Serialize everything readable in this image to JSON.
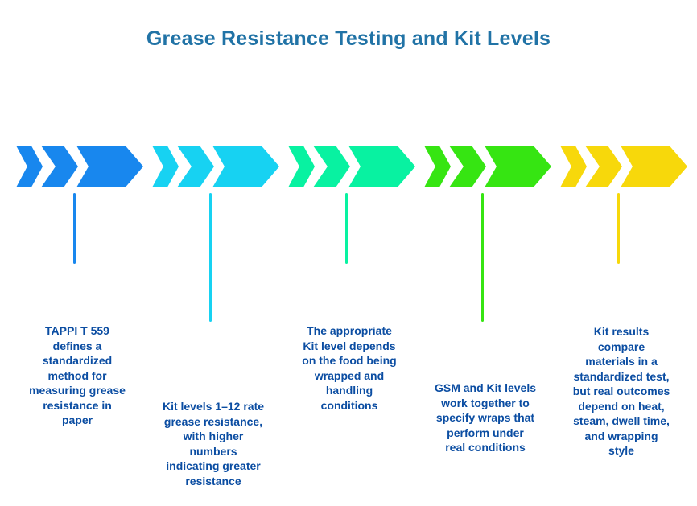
{
  "title": {
    "text": "Grease Resistance Testing and Kit Levels",
    "color": "#2173A6"
  },
  "diagram": {
    "background": "#FFFFFF",
    "caption_text_color": "#0B4DA2",
    "groups": [
      {
        "name": "tappi-t-559",
        "color": "#1887EE",
        "connector": "short",
        "caption": "TAPPI T 559\ndefines a\nstandardized\nmethod for\nmeasuring grease\nresistance in\npaper"
      },
      {
        "name": "kit-levels-scale",
        "color": "#17D2F2",
        "connector": "long",
        "caption": "Kit levels 1–12 rate\ngrease resistance,\nwith higher\nnumbers\nindicating greater\nresistance"
      },
      {
        "name": "appropriate-kit-level",
        "color": "#08F2A1",
        "connector": "short",
        "caption": "The appropriate\nKit level depends\non the food being\nwrapped and\nhandling\nconditions"
      },
      {
        "name": "gsm-and-kit-levels",
        "color": "#36E512",
        "connector": "long",
        "caption": "GSM and Kit levels\nwork together to\nspecify wraps that\nperform under\nreal conditions"
      },
      {
        "name": "kit-results-vs-real",
        "color": "#F7D80B",
        "connector": "short",
        "caption": "Kit results\ncompare\nmaterials in a\nstandardized test,\nbut real outcomes\ndepend on heat,\nsteam, dwell time,\nand wrapping\nstyle"
      }
    ]
  }
}
